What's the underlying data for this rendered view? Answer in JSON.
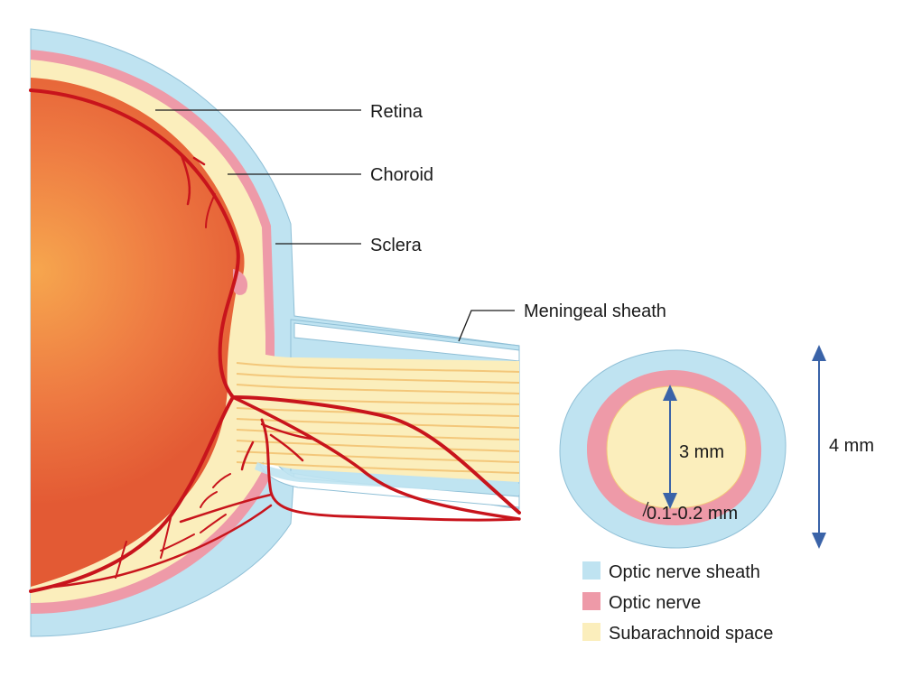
{
  "labels": {
    "retina": "Retina",
    "choroid": "Choroid",
    "sclera": "Sclera",
    "meningeal_sheath": "Meningeal sheath"
  },
  "cross_section": {
    "inner_diameter": "3 mm",
    "outer_diameter": "4 mm",
    "sheath_thickness": "0.1-0.2 mm"
  },
  "legend": [
    {
      "label": "Optic nerve sheath",
      "color": "#bfe3f1"
    },
    {
      "label": "Optic nerve",
      "color": "#ee9aa8"
    },
    {
      "label": "Subarachnoid space",
      "color": "#fbeebc"
    }
  ],
  "colors": {
    "sheath_blue": "#bfe3f1",
    "nerve_pink": "#ee9aa8",
    "subarachnoid_yellow": "#fbeebc",
    "vessel_red": "#c8141c",
    "eyeball_orange": "#e8643a",
    "arrow_blue": "#3a63a8"
  }
}
